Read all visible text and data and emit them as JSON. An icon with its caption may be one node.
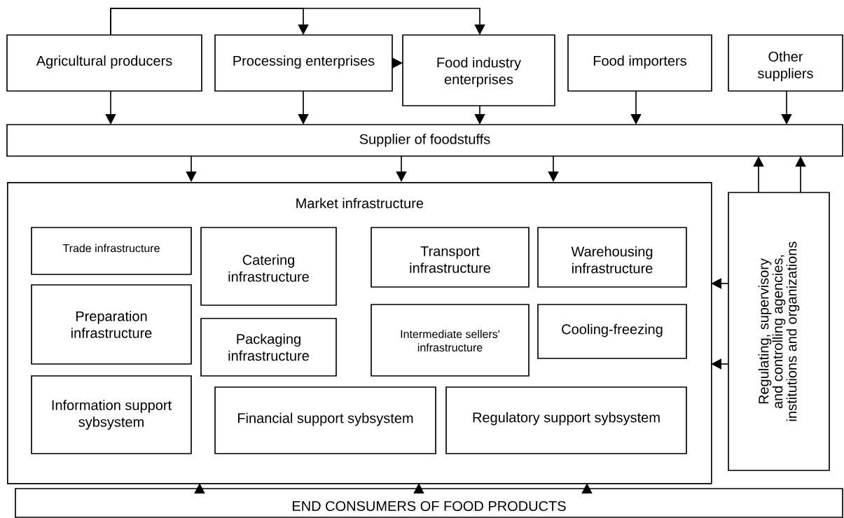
{
  "diagram": {
    "nodes": [
      {
        "text": [
          "Agricultural producers"
        ]
      },
      {
        "text": [
          "Processing enterprises"
        ]
      },
      {
        "text": [
          "Food industry enterprises"
        ]
      },
      {
        "text": [
          "Food importers"
        ]
      },
      {
        "text": [
          "Other suppliers"
        ]
      },
      {
        "text": [
          "Supplier of foodstuffs"
        ]
      },
      {
        "text": [
          "Market infrastructure"
        ]
      },
      {
        "text": [
          "Trade infrastructure"
        ],
        "in": 6
      },
      {
        "text": [
          "Catering infrastructure"
        ],
        "in": 6
      },
      {
        "text": [
          "Transport infrastructure"
        ],
        "in": 6
      },
      {
        "text": [
          "Warehousing infrastructure"
        ],
        "in": 6
      },
      {
        "text": [
          "Preparation infrastructure"
        ],
        "in": 6
      },
      {
        "text": [
          "Packaging infrastructure"
        ],
        "in": 6
      },
      {
        "text": [
          "Intermediate sellers' infrastructure"
        ],
        "in": 6
      },
      {
        "text": [
          "Cooling-freezing"
        ],
        "in": 6
      },
      {
        "text": [
          "Information support sybsystem"
        ],
        "in": 6
      },
      {
        "text": [
          "Financial support sybsystem"
        ],
        "in": 6
      },
      {
        "text": [
          "Regulatory support sybsystem"
        ],
        "in": 6
      },
      {
        "text": [
          "Regulating, supervisory and controlling agencies, institutions and organizations"
        ]
      },
      {
        "text": [
          "END CONSUMERS OF FOOD PRODUCTS"
        ]
      }
    ],
    "edges": [
      {
        "from": 0,
        "to": 1,
        "arrow": "to"
      },
      {
        "from": 0,
        "to": 2,
        "arrow": "to"
      },
      {
        "from": 1,
        "to": 2,
        "arrow": "to"
      },
      {
        "from": 0,
        "to": 5,
        "arrow": "to"
      },
      {
        "from": 1,
        "to": 5,
        "arrow": "to"
      },
      {
        "from": 2,
        "to": 5,
        "arrow": "to"
      },
      {
        "from": 3,
        "to": 5,
        "arrow": "to"
      },
      {
        "from": 4,
        "to": 5,
        "arrow": "to"
      },
      {
        "from": 5,
        "to": 6,
        "arrow": "to"
      },
      {
        "from": 5,
        "to": 6,
        "arrow": "to"
      },
      {
        "from": 5,
        "to": 6,
        "arrow": "to"
      },
      {
        "from": 18,
        "to": 5,
        "arrow": "to"
      },
      {
        "from": 18,
        "to": 5,
        "arrow": "to"
      },
      {
        "from": 18,
        "to": 6,
        "arrow": "to"
      },
      {
        "from": 18,
        "to": 6,
        "arrow": "to"
      },
      {
        "from": 19,
        "to": 6,
        "arrow": "to"
      },
      {
        "from": 19,
        "to": 6,
        "arrow": "to"
      },
      {
        "from": 19,
        "to": 6,
        "arrow": "to"
      }
    ]
  }
}
